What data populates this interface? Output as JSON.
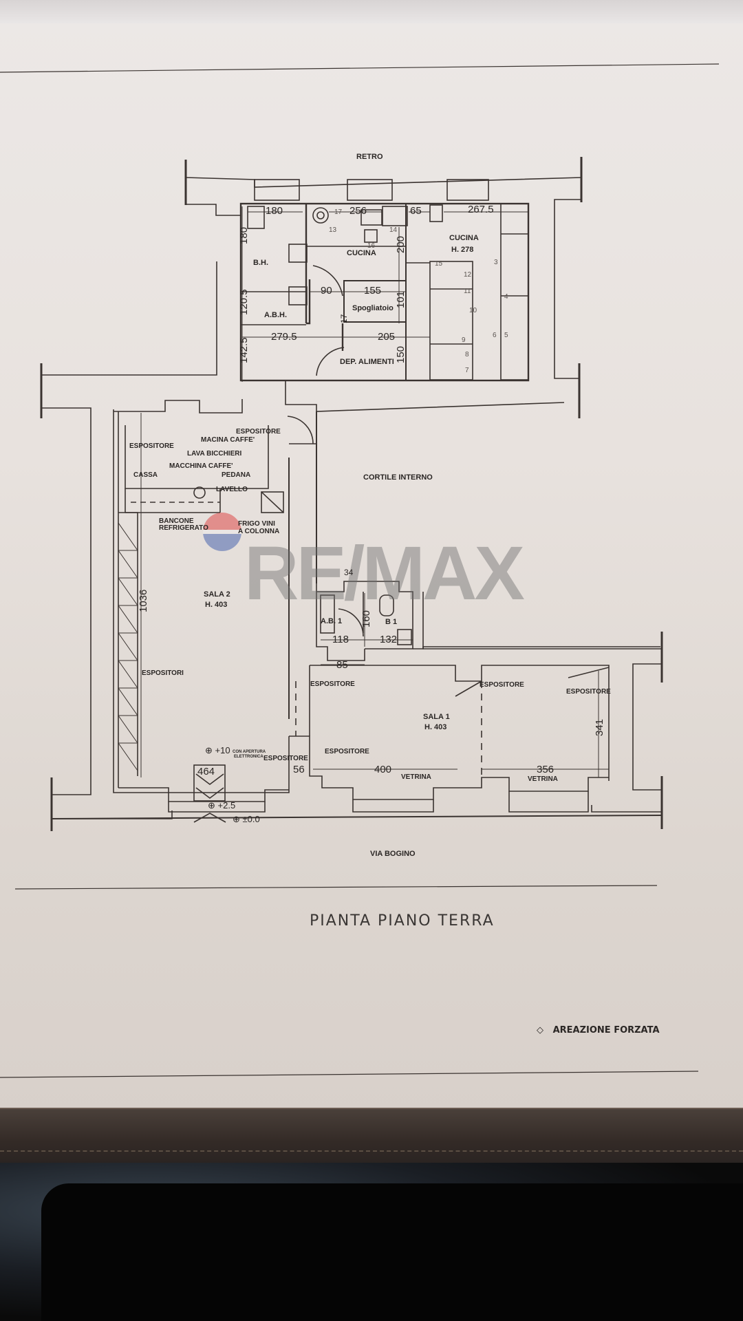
{
  "document": {
    "title": "PIANTA PIANO TERRA",
    "legend": {
      "icon": "ventilation-symbol",
      "label": "AREAZIONE FORZATA"
    },
    "watermark": "RE/MAX",
    "orientation_labels": {
      "top": "RETRO",
      "bottom": "VIA BOGINO",
      "courtyard": "CORTILE INTERNO"
    }
  },
  "rooms": {
    "bh": "B.H.",
    "abh": "A.B.H.",
    "cucina_small": "CUCINA",
    "cucina_main": {
      "name": "CUCINA",
      "height": "H. 278"
    },
    "spogliatoio": "Spogliatoio",
    "dep_alimenti": "DEP. ALIMENTI",
    "sala2": {
      "name": "SALA 2",
      "height": "H. 403"
    },
    "sala1": {
      "name": "SALA 1",
      "height": "H. 403"
    },
    "ab1": "A.B. 1",
    "b1": "B 1"
  },
  "fixtures": {
    "espositore_bar_right": "ESPOSITORE",
    "macina_caffe": "MACINA CAFFE'",
    "espositore_bar_left": "ESPOSITORE",
    "lava_bicchieri": "LAVA BICCHIERI",
    "macchina_caffe": "MACCHINA CAFFE'",
    "cassa": "CASSA",
    "pedana": "PEDANA",
    "lavello": "LAVELLO",
    "bancone_1": "BANCONE",
    "bancone_2": "REFRIGERATO",
    "frigo_1": "FRIGO VINI",
    "frigo_2": "A COLONNA",
    "espositori": "ESPOSITORI",
    "espositore_front_left": "ESPOSITORE",
    "apertura_1": "CON APERTURA",
    "apertura_2": "ELETTRONICA",
    "espositore_sala1_a": "ESPOSITORE",
    "espositore_sala1_b": "ESPOSITORE",
    "espositore_sala1_c": "ESPOSITORE",
    "espositore_sala1_d": "ESPOSITORE",
    "vetrina_1": "VETRINA",
    "vetrina_2": "VETRINA"
  },
  "dimensions": {
    "d180_h": "180",
    "d180_v": "180",
    "d256": "256",
    "d65": "65",
    "d267_5": "267.5",
    "d200": "200",
    "d120_5": "120.5",
    "d90": "90",
    "d155": "155",
    "d101": "101",
    "d17": "17",
    "d279_5": "279.5",
    "d205": "205",
    "d142_5": "142.5",
    "d150": "150",
    "d1036": "1036",
    "d34": "34",
    "d160": "160",
    "d118": "118",
    "d132": "132",
    "d85": "85",
    "d464": "464",
    "d56": "56",
    "d400": "400",
    "d356": "356",
    "d341": "341"
  },
  "levels": {
    "l10": "+10",
    "l2_5": "+2.5",
    "l0": "±0.0"
  },
  "kitchen_numbers": [
    "17",
    "13",
    "16",
    "14",
    "15",
    "12",
    "11",
    "10",
    "9",
    "8",
    "7",
    "3",
    "4",
    "5",
    "6"
  ]
}
